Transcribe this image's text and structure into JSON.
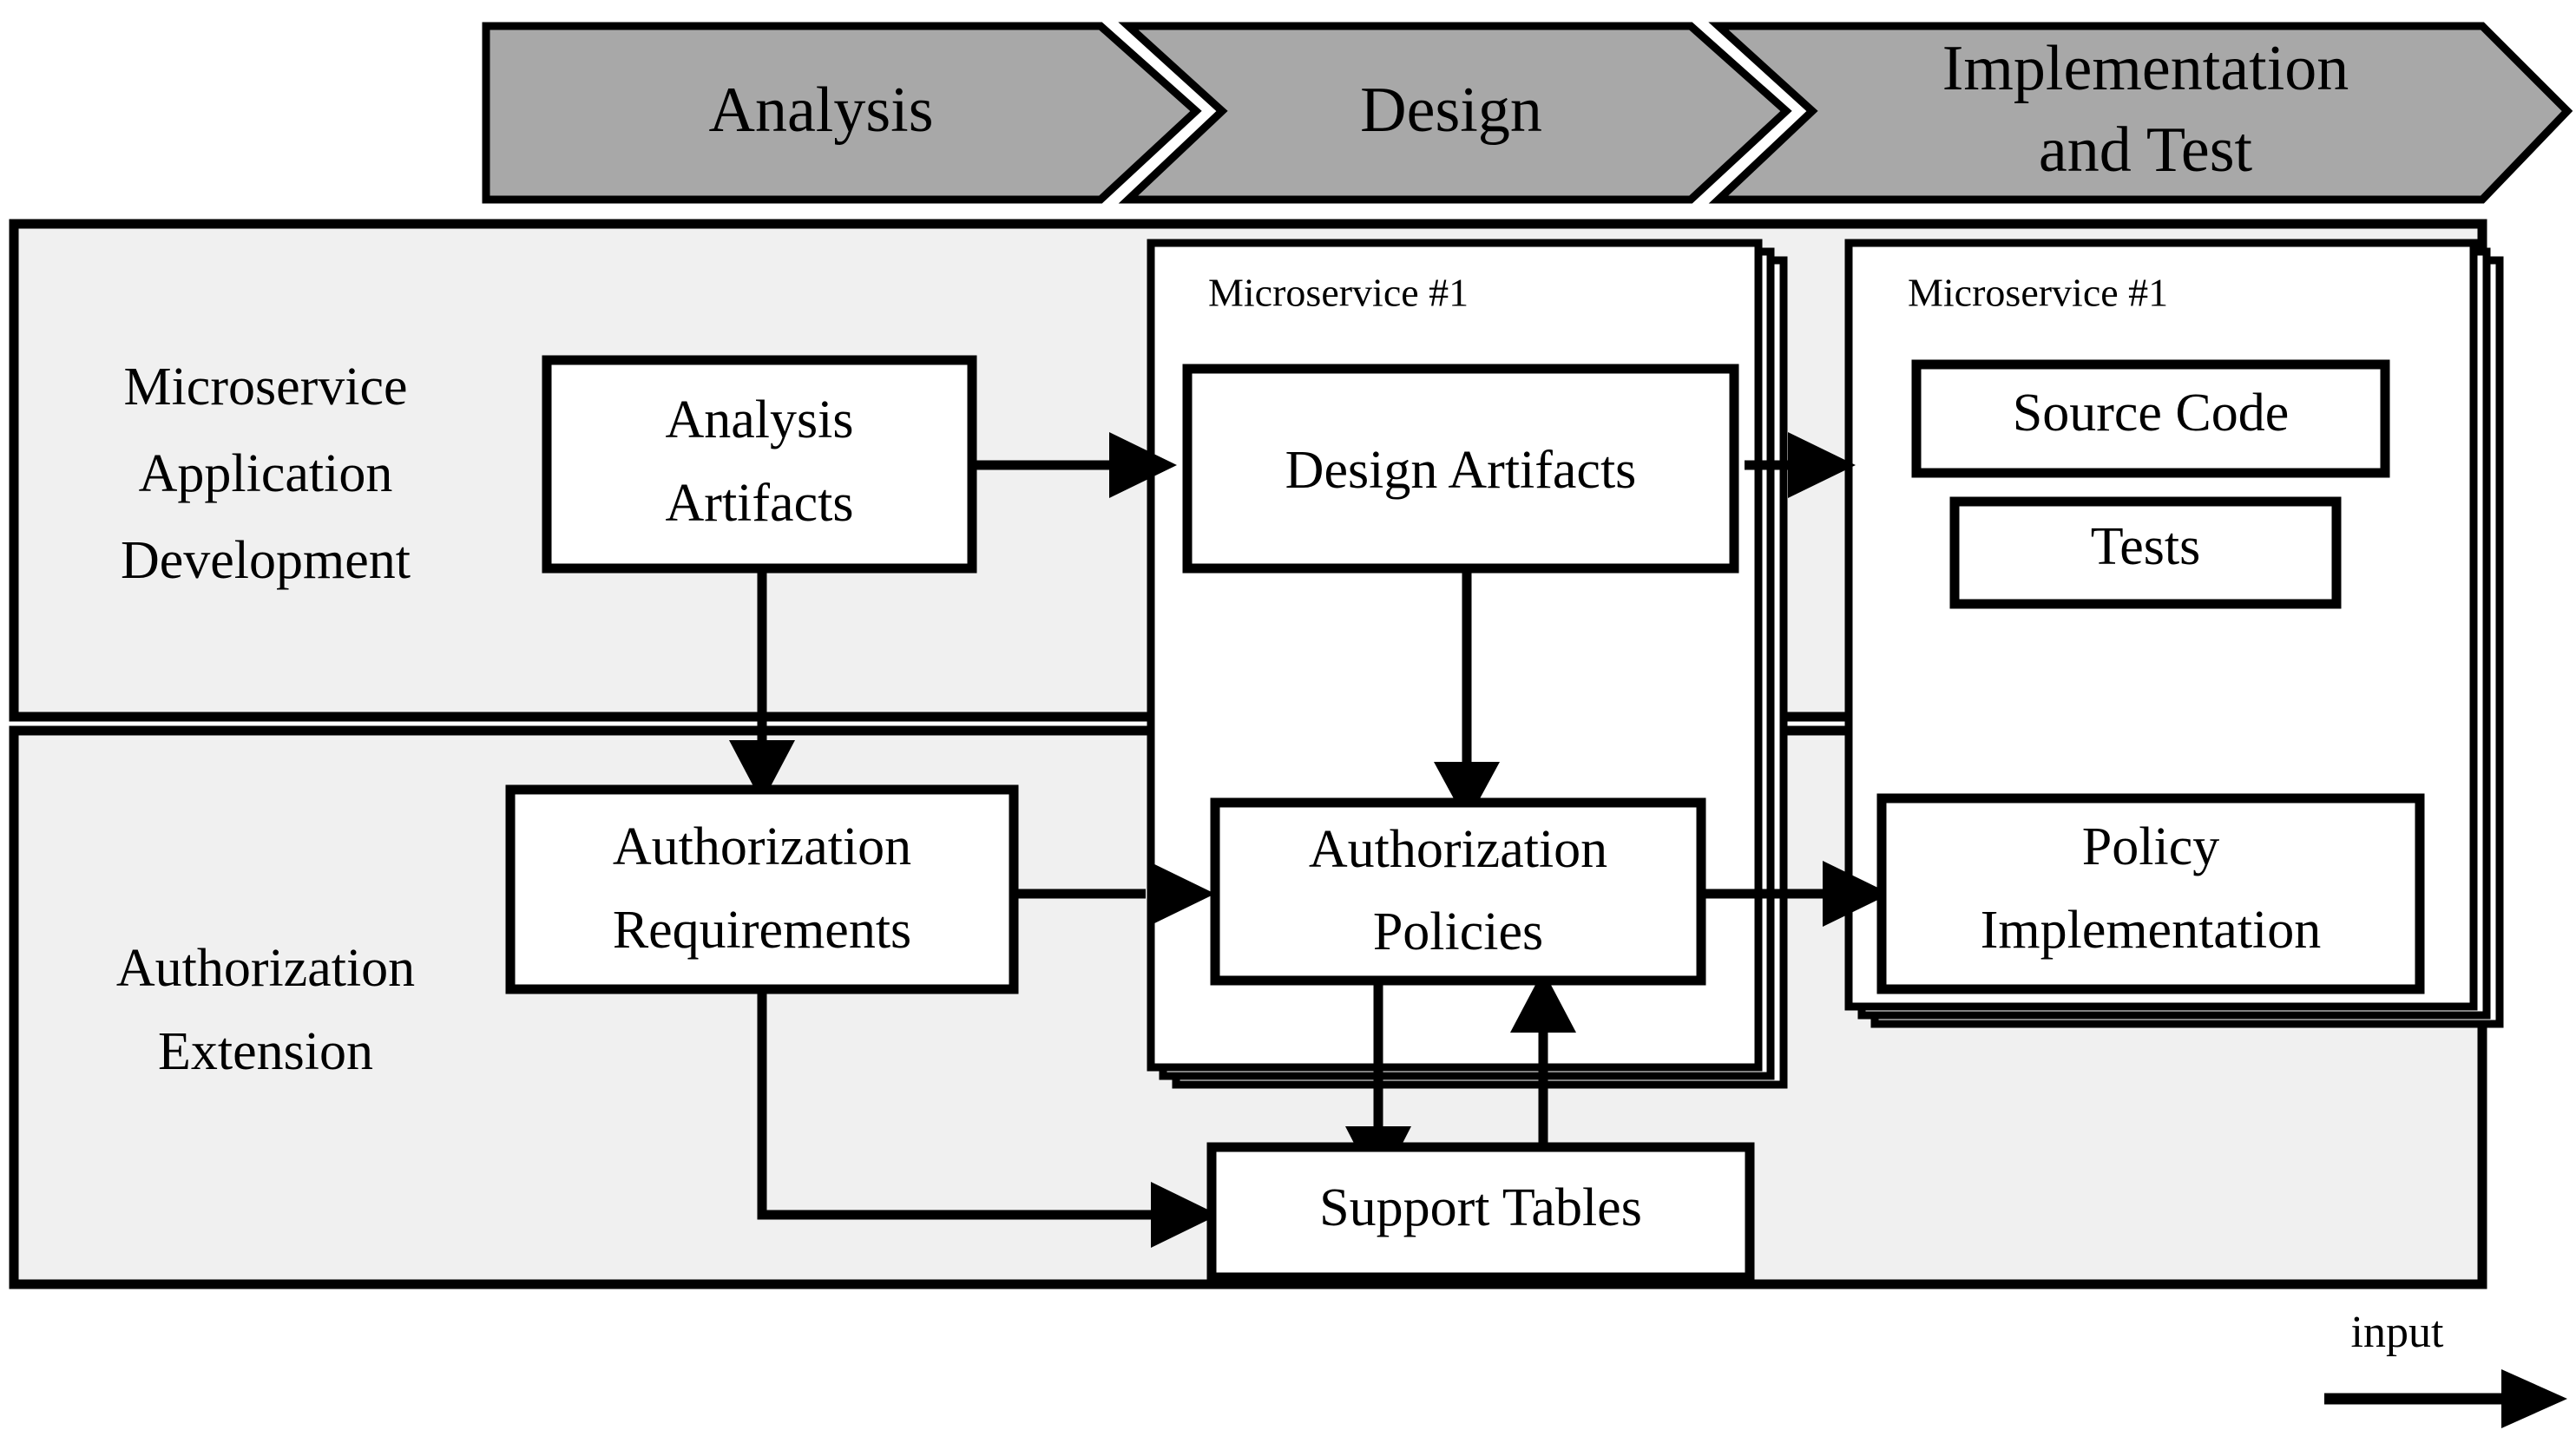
{
  "diagram": {
    "title": "Microservice application development process with authorization extension",
    "colors": {
      "lane_fill": "#f0f0f0",
      "chevron_fill": "#a8a8a8",
      "box_fill": "#ffffff",
      "stroke": "#000000"
    }
  },
  "phases": [
    {
      "id": "analysis",
      "label": "Analysis"
    },
    {
      "id": "design",
      "label": "Design"
    },
    {
      "id": "implementation",
      "label_line1": "Implementation",
      "label_line2": "and Test"
    }
  ],
  "lanes": [
    {
      "id": "microservice-application-development",
      "label_line1": "Microservice",
      "label_line2": "Application",
      "label_line3": "Development"
    },
    {
      "id": "authorization-extension",
      "label_line1": "Authorization",
      "label_line2": "Extension"
    }
  ],
  "nodes": {
    "analysis_artifacts": {
      "line1": "Analysis",
      "line2": "Artifacts"
    },
    "design_artifacts": {
      "line1": "Design Artifacts"
    },
    "source_code": {
      "line1": "Source Code"
    },
    "tests": {
      "line1": "Tests"
    },
    "authorization_requirements": {
      "line1": "Authorization",
      "line2": "Requirements"
    },
    "authorization_policies": {
      "line1": "Authorization",
      "line2": "Policies"
    },
    "policy_implementation": {
      "line1": "Policy",
      "line2": "Implementation"
    },
    "support_tables": {
      "line1": "Support Tables"
    }
  },
  "cards": {
    "design_microservice": {
      "title": "Microservice #1"
    },
    "implementation_microservice": {
      "title": "Microservice #1"
    }
  },
  "legend": {
    "label": "input"
  }
}
